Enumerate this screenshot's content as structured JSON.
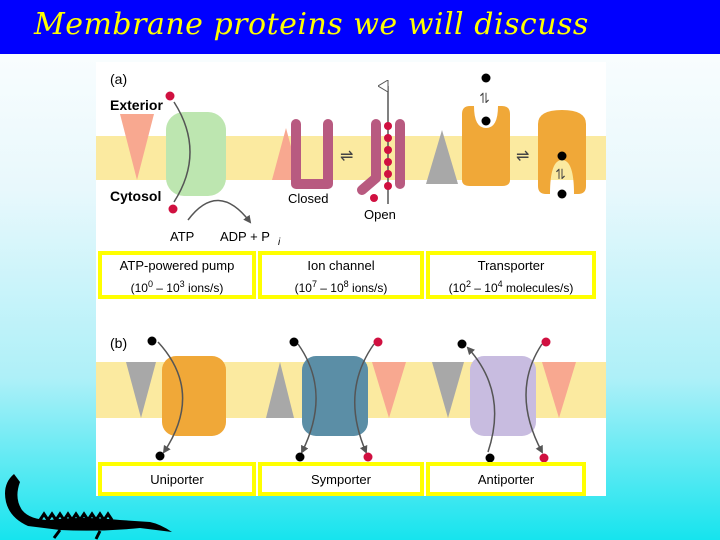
{
  "slide": {
    "title": "Membrane proteins we will discuss"
  },
  "panel_a": {
    "label": "(a)",
    "exterior_label": "Exterior",
    "cytosol_label": "Cytosol",
    "atp_label": "ATP",
    "adp_label": "ADP + P",
    "adp_subscript": "i",
    "closed_label": "Closed",
    "open_label": "Open",
    "equilibrium_symbol": "⇌",
    "boxes": [
      {
        "name": "ATP-powered pump",
        "rate_prefix": "(10",
        "exp1": "0",
        "mid": " – 10",
        "exp2": "3",
        "suffix": " ions/s)"
      },
      {
        "name": "Ion channel",
        "rate_prefix": "(10",
        "exp1": "7",
        "mid": " – 10",
        "exp2": "8",
        "suffix": " ions/s)"
      },
      {
        "name": "Transporter",
        "rate_prefix": "(10",
        "exp1": "2",
        "mid": " – 10",
        "exp2": "4",
        "suffix": " molecules/s)"
      }
    ]
  },
  "panel_b": {
    "label": "(b)",
    "boxes": [
      "Uniporter",
      "Symporter",
      "Antiporter"
    ]
  },
  "colors": {
    "title_bar": "#0000ff",
    "title_text": "#ffff00",
    "membrane": "#fbeaa0",
    "box_border": "#ffff00",
    "pump": "#bde6b0",
    "channel": "#b85a80",
    "transporter": "#f0a838",
    "uniporter": "#f0a838",
    "symporter": "#5b8ea6",
    "antiporter": "#c8bce0",
    "salmon": "#f8a890",
    "gray": "#a8a8a8",
    "red_dot": "#d01040",
    "black_dot": "#000000"
  },
  "icons": {
    "logo": "crocodile-icon"
  }
}
